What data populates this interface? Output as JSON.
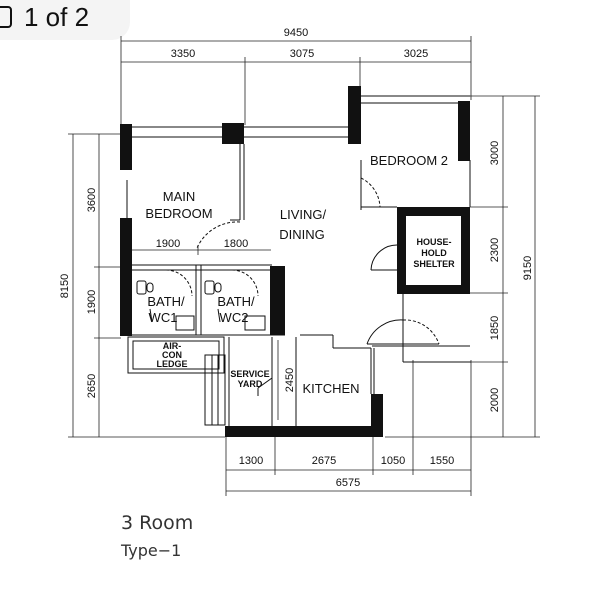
{
  "pager": {
    "label": "1 of 2"
  },
  "plan": {
    "rooms": {
      "main_bedroom": [
        "MAIN",
        "BEDROOM"
      ],
      "bedroom2": "BEDROOM  2",
      "living": [
        "LIVING/",
        "DINING"
      ],
      "household_shelter": [
        "HOUSE-",
        "HOLD",
        "SHELTER"
      ],
      "bath1": [
        "BATH/",
        "WC1"
      ],
      "bath2": [
        "BATH/",
        "WC2"
      ],
      "aircon_ledge": [
        "AIR-",
        "CON",
        "LEDGE"
      ],
      "service_yard": [
        "SERVICE",
        "YARD"
      ],
      "kitchen": "KITCHEN"
    },
    "dims": {
      "top_total": "9450",
      "top_seg": [
        "3350",
        "3075",
        "3025"
      ],
      "left_total": "8150",
      "left_seg": [
        "3600",
        "1900",
        "2650"
      ],
      "right_total": "9150",
      "right_seg": [
        "3000",
        "2300",
        "1850",
        "2000"
      ],
      "bottom_seg": [
        "1300",
        "2675",
        "1050",
        "1550"
      ],
      "bottom_total": "6575",
      "bedroom_width": "1900",
      "bath_width": "1800",
      "service_yard_depth": "2450"
    }
  },
  "caption": {
    "unit_type": "3 Room",
    "variant": "Type−1"
  }
}
